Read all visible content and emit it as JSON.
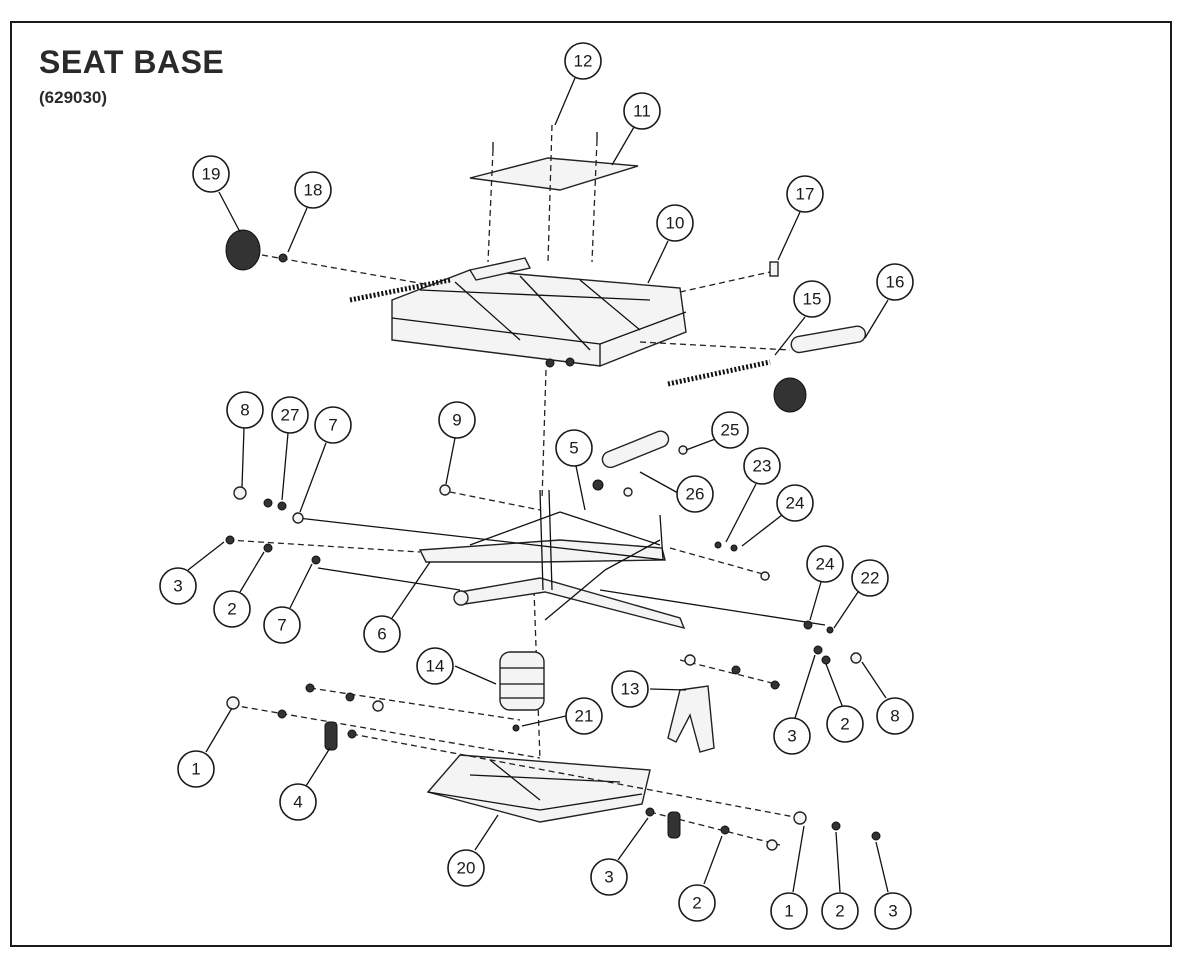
{
  "title": "SEAT BASE",
  "part_number": "(629030)",
  "callouts": [
    {
      "label": "12"
    },
    {
      "label": "11"
    },
    {
      "label": "19"
    },
    {
      "label": "18"
    },
    {
      "label": "10"
    },
    {
      "label": "17"
    },
    {
      "label": "16"
    },
    {
      "label": "15"
    },
    {
      "label": "8"
    },
    {
      "label": "27"
    },
    {
      "label": "7"
    },
    {
      "label": "9"
    },
    {
      "label": "5"
    },
    {
      "label": "25"
    },
    {
      "label": "23"
    },
    {
      "label": "26"
    },
    {
      "label": "24"
    },
    {
      "label": "3"
    },
    {
      "label": "2"
    },
    {
      "label": "7"
    },
    {
      "label": "6"
    },
    {
      "label": "24"
    },
    {
      "label": "22"
    },
    {
      "label": "14"
    },
    {
      "label": "13"
    },
    {
      "label": "21"
    },
    {
      "label": "3"
    },
    {
      "label": "2"
    },
    {
      "label": "8"
    },
    {
      "label": "1"
    },
    {
      "label": "4"
    },
    {
      "label": "20"
    },
    {
      "label": "3"
    },
    {
      "label": "2"
    },
    {
      "label": "1"
    },
    {
      "label": "2"
    },
    {
      "label": "3"
    }
  ]
}
